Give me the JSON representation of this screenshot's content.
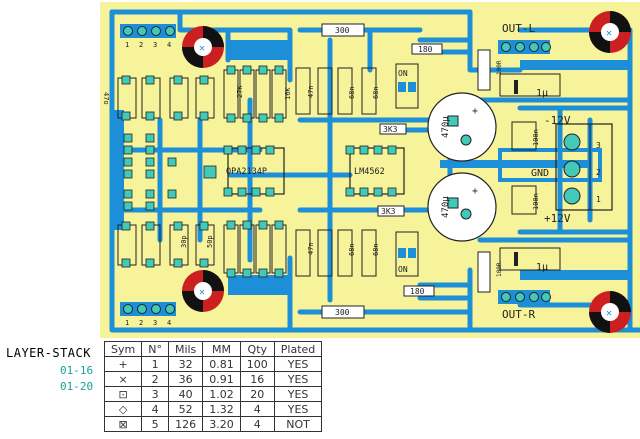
{
  "board": {
    "colors": {
      "pcb": "#f6f39a",
      "trace": "#1c8fd8",
      "pad": "#43c9b7",
      "silk": "#222222",
      "mount_red": "#cc1f1f"
    },
    "connectors": {
      "in_top_pins": [
        "1",
        "2",
        "3",
        "4"
      ],
      "in_bottom_pins": [
        "1",
        "2",
        "3",
        "4"
      ],
      "out_l_label": "OUT-L",
      "out_r_label": "OUT-R",
      "power_pins": [
        "3",
        "2",
        "1"
      ]
    },
    "power_labels": {
      "minus": "-12V",
      "gnd": "GND",
      "plus": "+12V"
    },
    "ics": {
      "opamp": "OPA2134P",
      "regulator": "LM4562"
    },
    "components": {
      "r_top": "300",
      "r_top2": "180",
      "r_bot": "300",
      "r_bot2": "180",
      "r_3k3_top": "3K3",
      "r_3k3_bot": "3K3",
      "r_100r_top": "100R",
      "r_100r_bot": "100R",
      "cap_470_top": "470µ",
      "cap_470_bot": "470µ",
      "cap_1u_top": "1µ",
      "cap_1u_bot": "1µ",
      "c_47n": "47n",
      "c_68n_a": "68n",
      "c_68n_b": "68n",
      "c_68n_c": "68n",
      "c_68n_d": "68n",
      "c_47n_b": "47n",
      "r_16k": "16K",
      "r_27k": "27K",
      "c_100n_a": "100n",
      "c_100n_b": "100n",
      "c_30p": "30p",
      "c_50p": "50p",
      "c_47o": "47o",
      "on_a": "ON",
      "on_b": "ON"
    }
  },
  "legend": {
    "title": "LAYER-STACK",
    "rows": [
      "01-16",
      "01-20"
    ],
    "headers": [
      "Sym",
      "N°",
      "Mils",
      "MM",
      "Qty",
      "Plated"
    ],
    "table": [
      {
        "sym": "+",
        "n": "1",
        "mils": "32",
        "mm": "0.81",
        "qty": "100",
        "plated": "YES"
      },
      {
        "sym": "×",
        "n": "2",
        "mils": "36",
        "mm": "0.91",
        "qty": "16",
        "plated": "YES"
      },
      {
        "sym": "⊡",
        "n": "3",
        "mils": "40",
        "mm": "1.02",
        "qty": "20",
        "plated": "YES"
      },
      {
        "sym": "◇",
        "n": "4",
        "mils": "52",
        "mm": "1.32",
        "qty": "4",
        "plated": "YES"
      },
      {
        "sym": "⊠",
        "n": "5",
        "mils": "126",
        "mm": "3.20",
        "qty": "4",
        "plated": "NOT"
      }
    ]
  }
}
